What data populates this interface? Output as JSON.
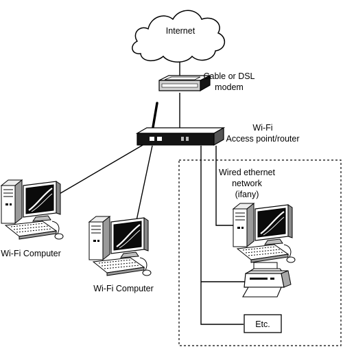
{
  "labels": {
    "internet": "Internet",
    "modem_line1": "Cable or DSL",
    "modem_line2": "modem",
    "router_line1": "Wi-Fi",
    "router_line2": "Access point/router",
    "wired_line1": "Wired ethernet",
    "wired_line2": "network",
    "wired_line3": "(ifany)",
    "wifi_computer_left": "Wi-Fi Computer",
    "wifi_computer_mid": "Wi-Fi Computer",
    "etc": "Etc."
  },
  "colors": {
    "line": "#000000",
    "fill_light": "#ffffff",
    "fill_dark": "#111111",
    "fill_grey": "#cfcfcf"
  }
}
